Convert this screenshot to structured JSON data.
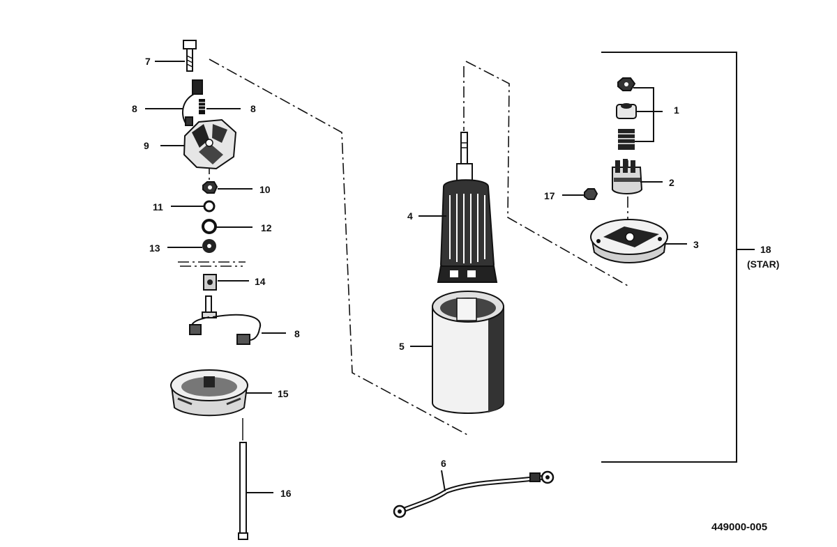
{
  "diagram": {
    "callouts": {
      "c1": "1",
      "c2": "2",
      "c3": "3",
      "c4": "4",
      "c5": "5",
      "c6": "6",
      "c7": "7",
      "c8a": "8",
      "c8b": "8",
      "c8c": "8",
      "c9": "9",
      "c10": "10",
      "c11": "11",
      "c12": "12",
      "c13": "13",
      "c14": "14",
      "c15": "15",
      "c16": "16",
      "c17": "17",
      "c18": "18",
      "c18sub": "(STAR)"
    },
    "drawing_number": "449000-005"
  }
}
